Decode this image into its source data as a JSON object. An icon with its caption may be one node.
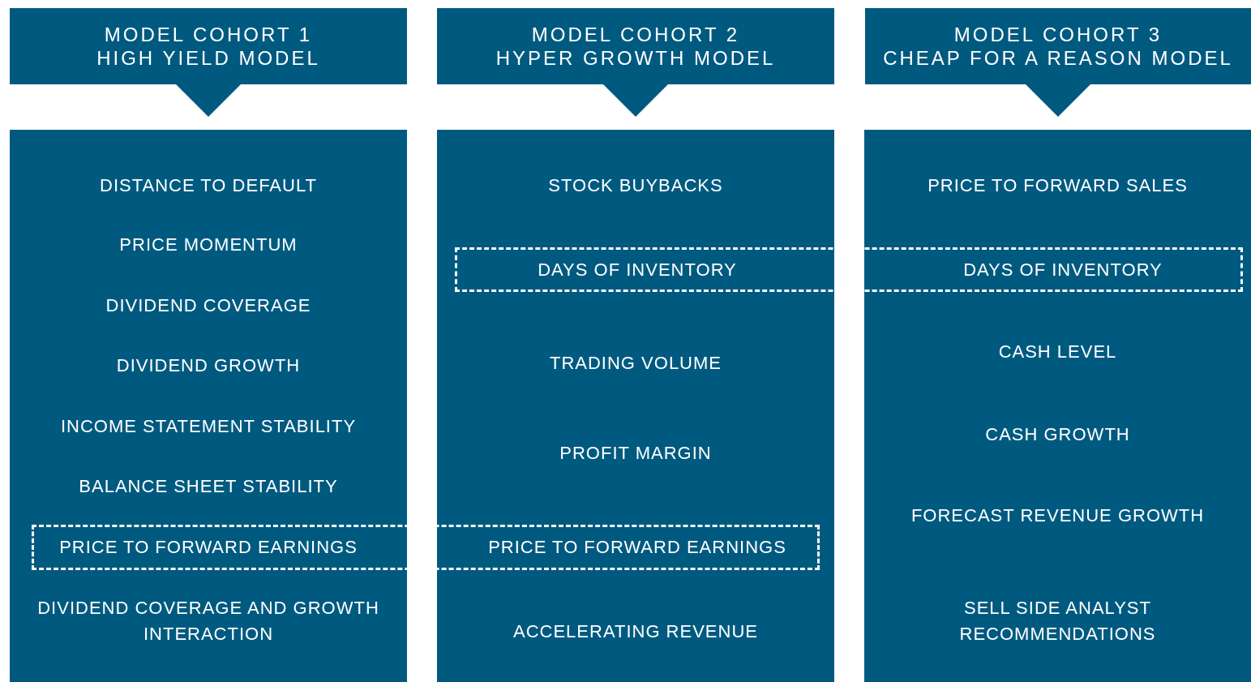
{
  "diagram": {
    "nodes": [
      {
        "text": [
          "MODEL COHORT 1",
          "HIGH YIELD MODEL"
        ]
      },
      {
        "text": [
          "MODEL COHORT 2",
          "HYPER GROWTH MODEL"
        ]
      },
      {
        "text": [
          "MODEL COHORT 3",
          "CHEAP FOR A REASON MODEL"
        ]
      },
      {
        "text": [
          "DISTANCE TO DEFAULT",
          "PRICE MOMENTUM",
          "DIVIDEND COVERAGE",
          "DIVIDEND GROWTH",
          "INCOME STATEMENT STABILITY",
          "BALANCE SHEET STABILITY",
          "DIVIDEND COVERAGE AND GROWTH INTERACTION"
        ]
      },
      {
        "text": [
          "STOCK BUYBACKS",
          "TRADING VOLUME",
          "PROFIT MARGIN",
          "ACCELERATING REVENUE"
        ]
      },
      {
        "text": [
          "PRICE TO FORWARD SALES",
          "CASH LEVEL",
          "CASH GROWTH",
          "FORECAST REVENUE GROWTH",
          "SELL SIDE ANALYST RECOMMENDATIONS"
        ]
      },
      {
        "text": [
          "DAYS OF INVENTORY",
          "DAYS OF INVENTORY"
        ]
      },
      {
        "text": [
          "PRICE TO FORWARD EARNINGS",
          "PRICE TO FORWARD EARNINGS"
        ]
      }
    ],
    "edges": [
      {
        "from": 0,
        "to": 3,
        "arrow": "to"
      },
      {
        "from": 1,
        "to": 4,
        "arrow": "to"
      },
      {
        "from": 2,
        "to": 5,
        "arrow": "to"
      }
    ]
  }
}
